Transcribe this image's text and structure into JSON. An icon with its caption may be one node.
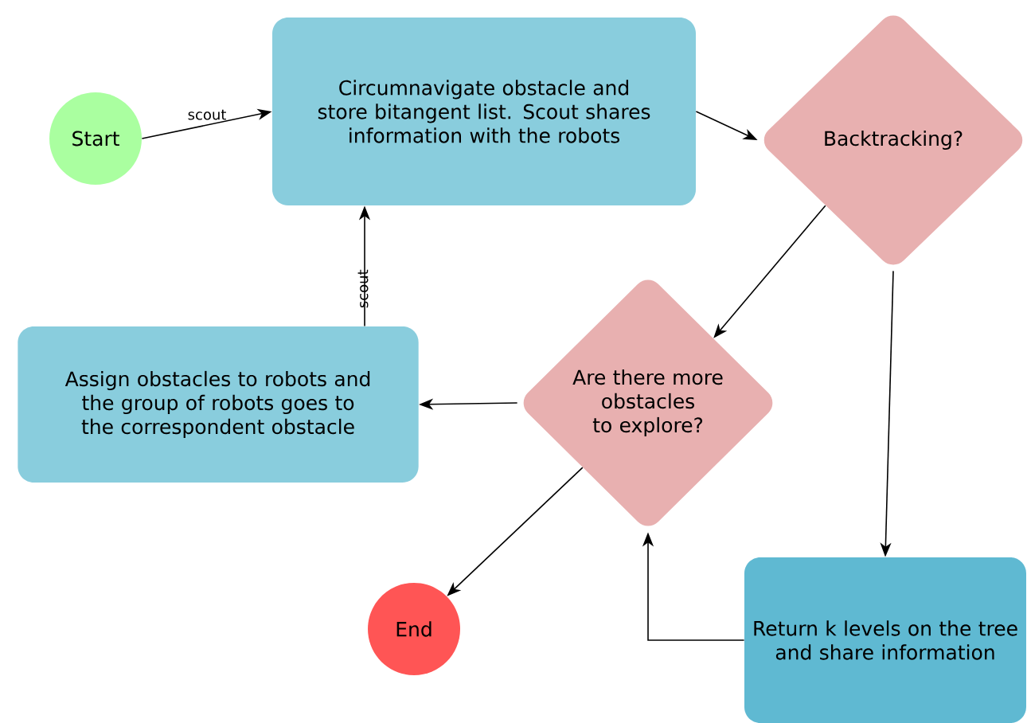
{
  "diagram": {
    "nodes": [
      {
        "text": [
          "Start"
        ]
      },
      {
        "text": [
          "Circumnavigate obstacle and store bitangent list. Scout shares information with the robots"
        ]
      },
      {
        "text": [
          "Backtracking?"
        ]
      },
      {
        "text": [
          "Are there more obstacles to explore?"
        ]
      },
      {
        "text": [
          "Assign obstacles to robots and the group of robots goes to the correspondent obstacle"
        ]
      },
      {
        "text": [
          "End"
        ]
      },
      {
        "text": [
          "Return k levels on the tree and share information"
        ]
      }
    ],
    "edges": [
      {
        "from": 0,
        "to": 1,
        "arrow": "to",
        "label": "scout"
      },
      {
        "from": 1,
        "to": 2,
        "arrow": "to"
      },
      {
        "from": 2,
        "to": 3,
        "arrow": "to"
      },
      {
        "from": 2,
        "to": 6,
        "arrow": "to"
      },
      {
        "from": 3,
        "to": 4,
        "arrow": "to"
      },
      {
        "from": 3,
        "to": 5,
        "arrow": "to"
      },
      {
        "from": 6,
        "to": 3,
        "arrow": "to"
      },
      {
        "from": 4,
        "to": 1,
        "arrow": "to",
        "label": "scout"
      }
    ]
  }
}
